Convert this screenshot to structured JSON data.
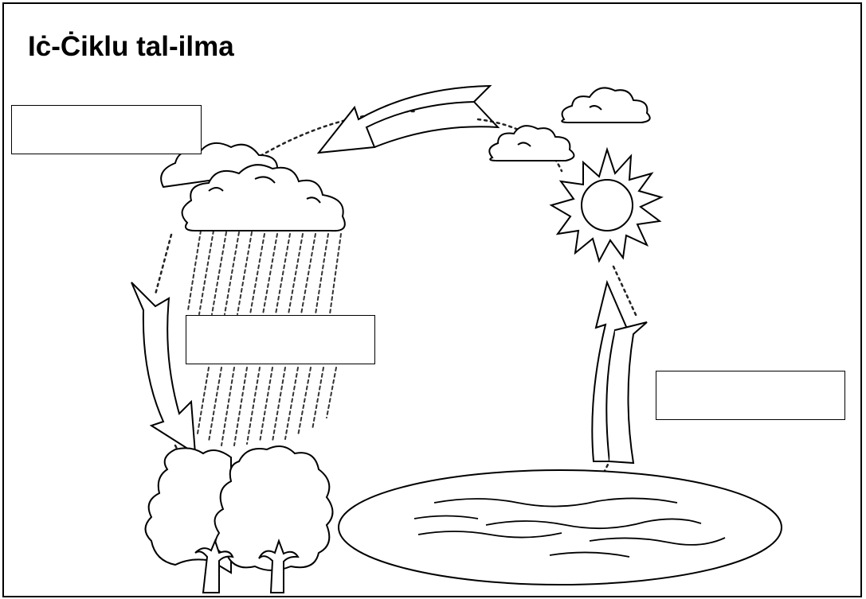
{
  "title": "Iċ-Ċiklu tal-ilma",
  "label_boxes": [
    {
      "id": "condensation",
      "text": ""
    },
    {
      "id": "precipitation",
      "text": ""
    },
    {
      "id": "evaporation",
      "text": ""
    }
  ],
  "colors": {
    "line": "#000000",
    "fill": "#ffffff"
  }
}
